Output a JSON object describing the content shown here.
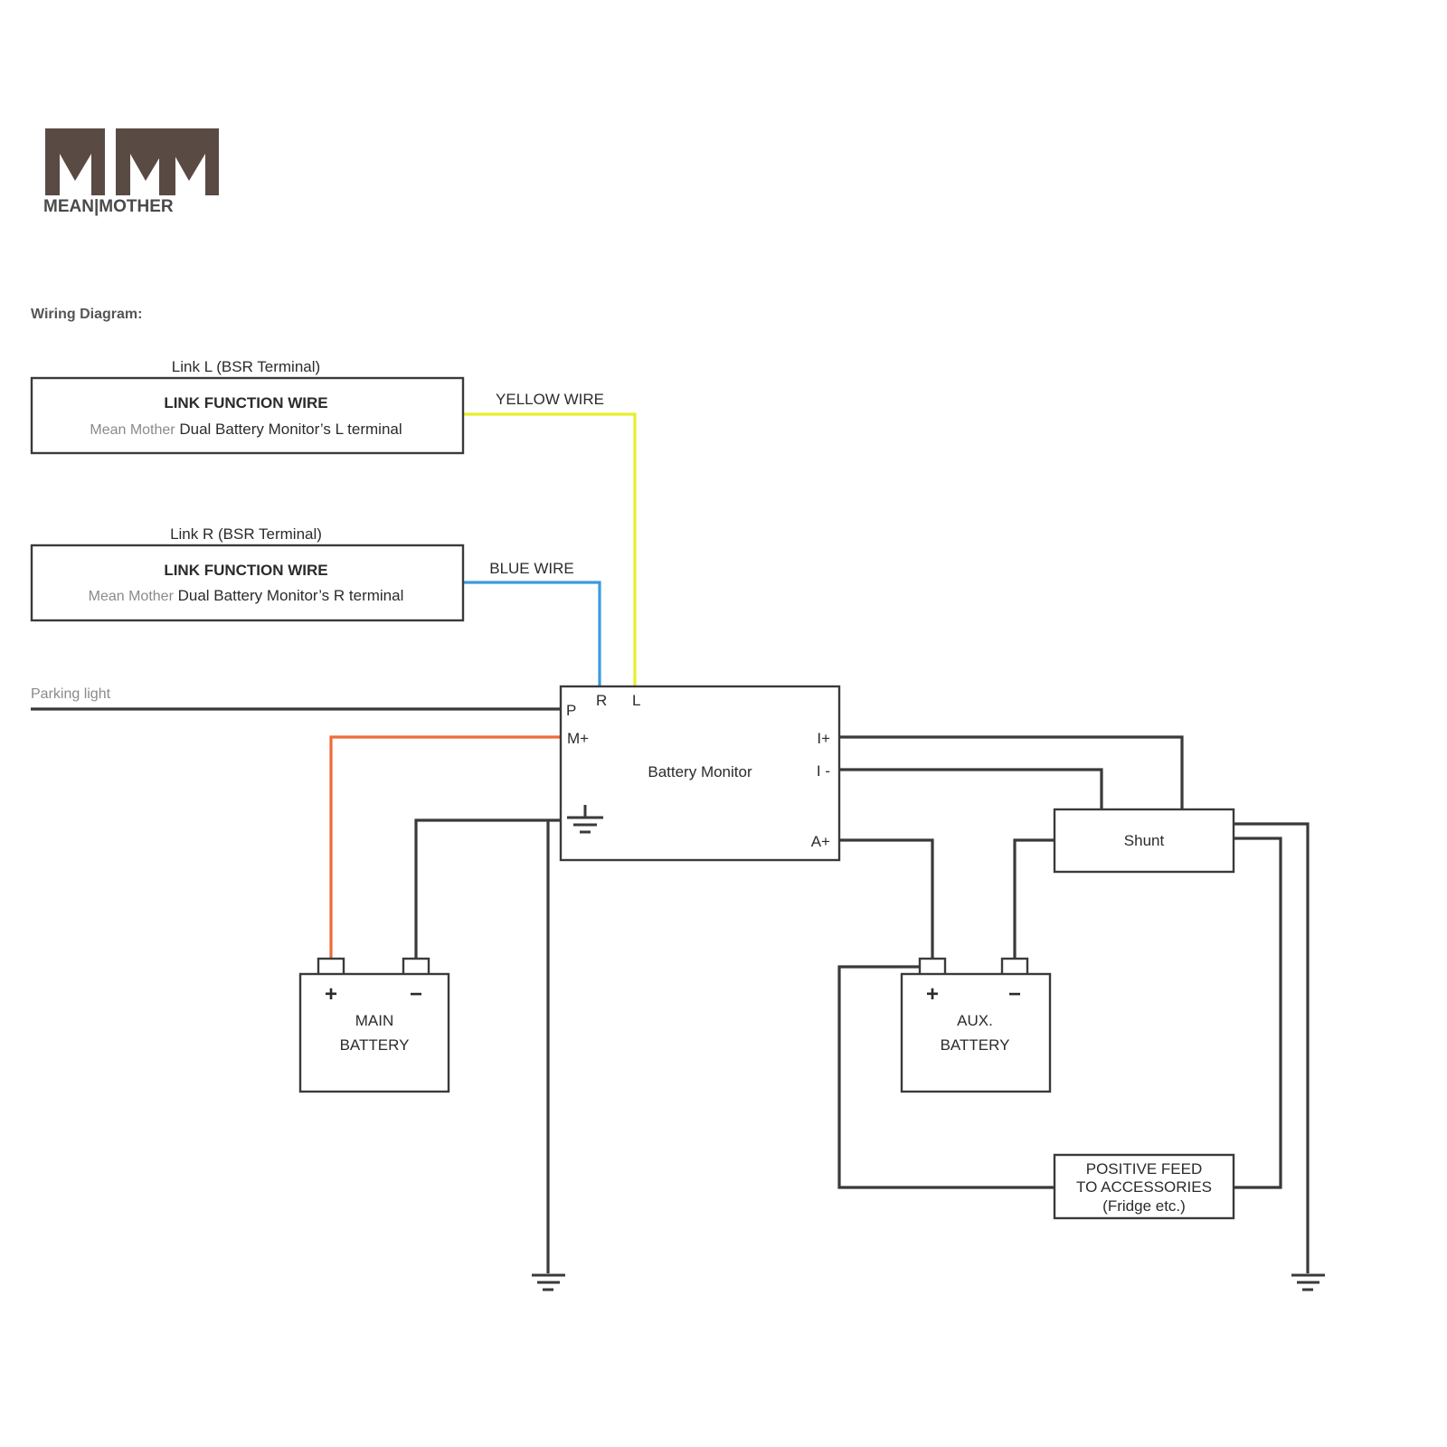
{
  "logo": {
    "initials": "MM",
    "brand": "MEAN|MOTHER"
  },
  "heading": "Wiring Diagram:",
  "link_l": {
    "caption": "Link L (BSR Terminal)",
    "title": "LINK FUNCTION WIRE",
    "faint_prefix": "Mean Mother",
    "description": " Dual Battery Monitor’s L terminal"
  },
  "link_r": {
    "caption": "Link R (BSR Terminal)",
    "title": "LINK FUNCTION WIRE",
    "faint_prefix": "Mean Mother",
    "description": " Dual Battery Monitor’s R terminal"
  },
  "wires": {
    "yellow": "YELLOW WIRE",
    "blue": "BLUE WIRE",
    "parking": "Parking light"
  },
  "monitor": {
    "title": "Battery Monitor",
    "p": "P",
    "r": "R",
    "l": "L",
    "m_plus": "M+",
    "i_plus": "I+",
    "i_minus": "I -",
    "a_plus": "A+"
  },
  "main_battery": {
    "plus": "+",
    "minus": "−",
    "line1": "MAIN",
    "line2": "BATTERY"
  },
  "aux_battery": {
    "plus": "+",
    "minus": "−",
    "line1": "AUX.",
    "line2": "BATTERY"
  },
  "shunt": {
    "label": "Shunt"
  },
  "feed": {
    "line1": "POSITIVE FEED",
    "line2": "TO ACCESSORIES",
    "line3": "(Fridge etc.)"
  },
  "colors": {
    "yellow": "#e8ee2a",
    "blue": "#3a9be0",
    "orange": "#ef6a3a",
    "dark": "#3a3a3a"
  }
}
